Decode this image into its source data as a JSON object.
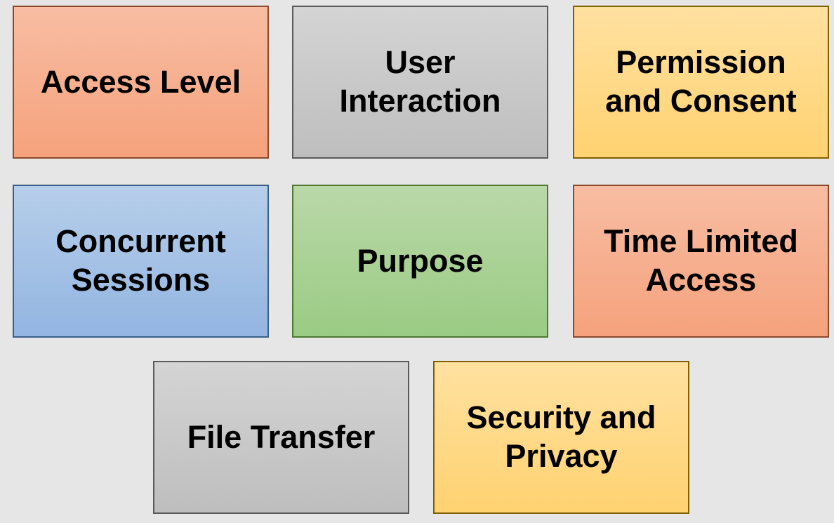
{
  "canvas": {
    "background": "#E7E6E6",
    "text_color": "#000000"
  },
  "boxes": [
    {
      "id": "access-level",
      "label": "Access Level",
      "fill_top": "#F8BDA3",
      "fill_bottom": "#F5A27C",
      "border": "#8A4A2B"
    },
    {
      "id": "user-interaction",
      "label": "User\nInteraction",
      "fill_top": "#D5D4D4",
      "fill_bottom": "#BFBEBE",
      "border": "#5A5A5A"
    },
    {
      "id": "permission-and-consent",
      "label": "Permission\nand Consent",
      "fill_top": "#FFE1A0",
      "fill_bottom": "#FFD271",
      "border": "#7F6000"
    },
    {
      "id": "concurrent-sessions",
      "label": "Concurrent\nSessions",
      "fill_top": "#B6CEEA",
      "fill_bottom": "#93B5E1",
      "border": "#3A5F8B"
    },
    {
      "id": "purpose",
      "label": "Purpose",
      "fill_top": "#BAD8A8",
      "fill_bottom": "#9ACB84",
      "border": "#4E7A30"
    },
    {
      "id": "time-limited-access",
      "label": "Time Limited\nAccess",
      "fill_top": "#F8BDA3",
      "fill_bottom": "#F5A27C",
      "border": "#8A4A2B"
    },
    {
      "id": "file-transfer",
      "label": "File Transfer",
      "fill_top": "#D5D4D4",
      "fill_bottom": "#BFBEBE",
      "border": "#5A5A5A"
    },
    {
      "id": "security-and-privacy",
      "label": "Security and\nPrivacy",
      "fill_top": "#FFE1A0",
      "fill_bottom": "#FFD271",
      "border": "#7F6000"
    }
  ]
}
